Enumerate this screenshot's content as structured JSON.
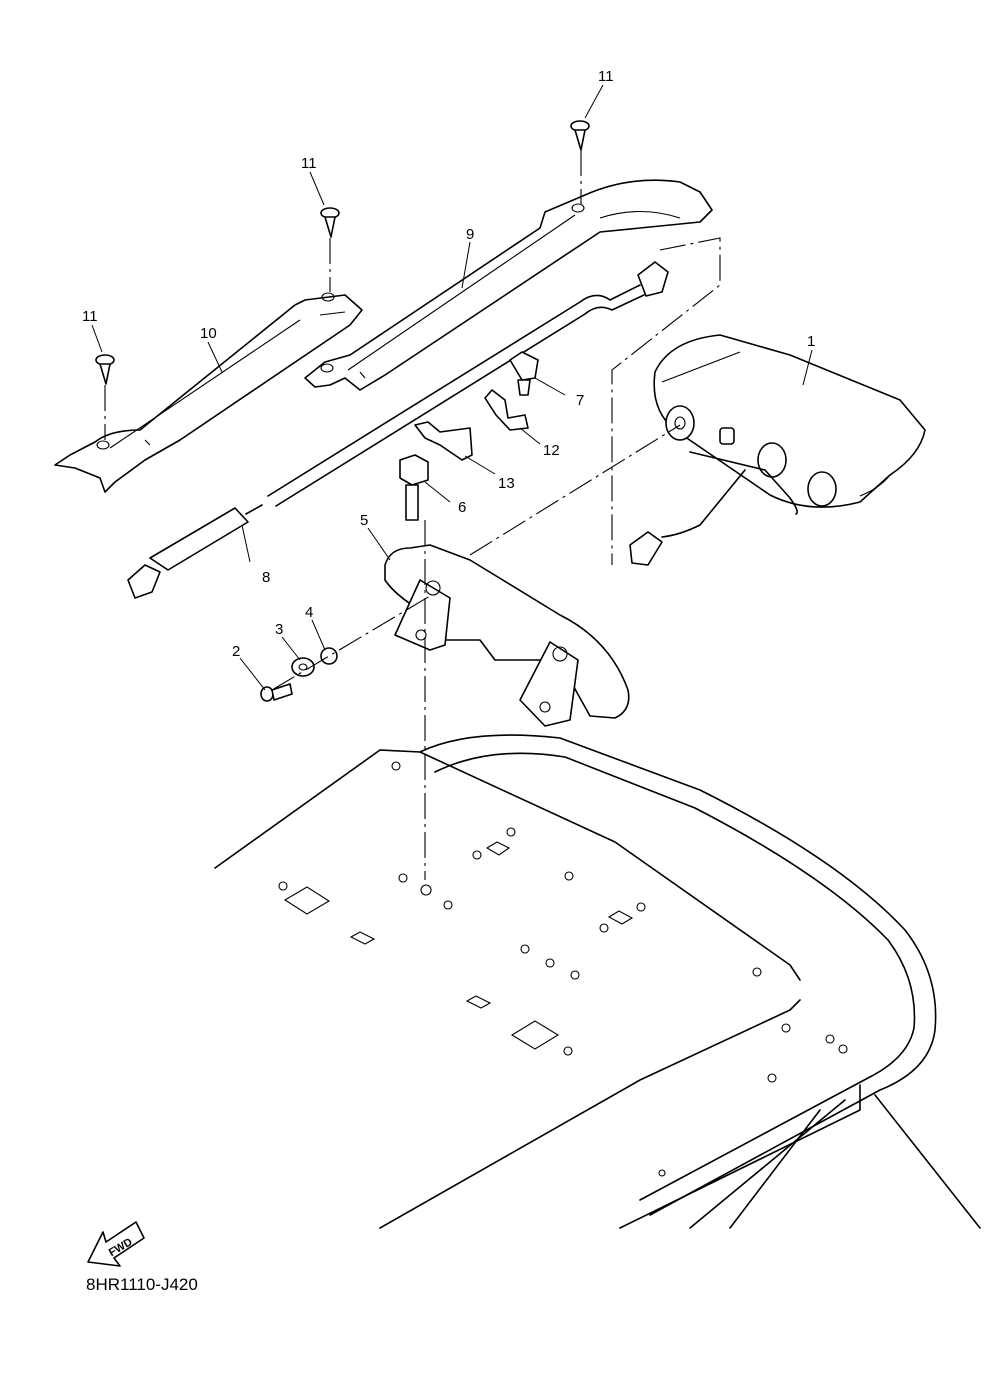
{
  "diagram_code": "8HR1110-J420",
  "fwd_label": "FWD",
  "callouts": [
    {
      "id": "c1",
      "label": "1"
    },
    {
      "id": "c2",
      "label": "2"
    },
    {
      "id": "c3",
      "label": "3"
    },
    {
      "id": "c4",
      "label": "4"
    },
    {
      "id": "c5",
      "label": "5"
    },
    {
      "id": "c6",
      "label": "6"
    },
    {
      "id": "c7",
      "label": "7"
    },
    {
      "id": "c8",
      "label": "8"
    },
    {
      "id": "c9",
      "label": "9"
    },
    {
      "id": "c10",
      "label": "10"
    },
    {
      "id": "c11a",
      "label": "11"
    },
    {
      "id": "c11b",
      "label": "11"
    },
    {
      "id": "c11c",
      "label": "11"
    },
    {
      "id": "c12",
      "label": "12"
    },
    {
      "id": "c13",
      "label": "13"
    }
  ]
}
